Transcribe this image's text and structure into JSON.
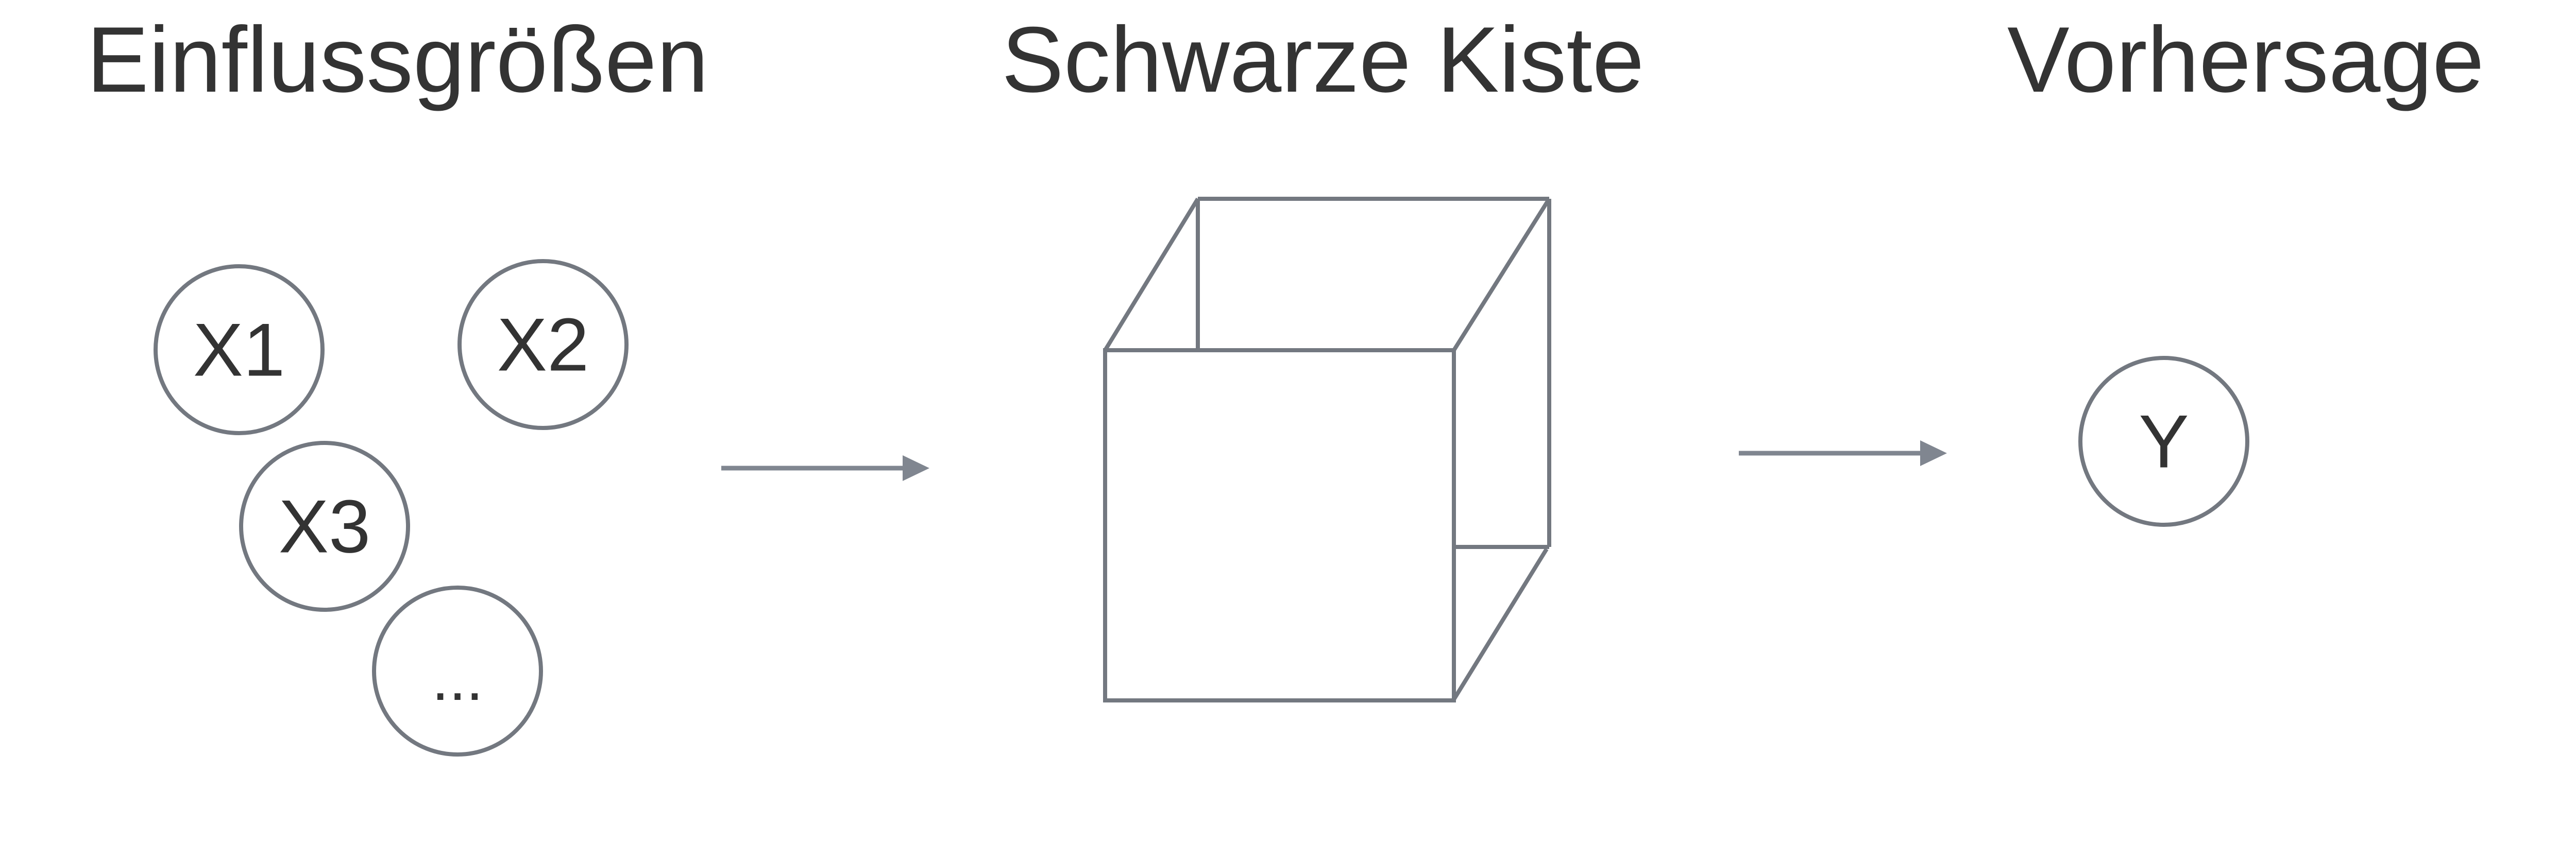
{
  "headings": {
    "inputs": "Einflussgrößen",
    "model": "Schwarze Kiste",
    "output": "Vorhersage"
  },
  "inputs": {
    "x1": "X1",
    "x2": "X2",
    "x3": "X3",
    "more": "..."
  },
  "output": {
    "y": "Y"
  },
  "colors": {
    "text": "#333333",
    "stroke": "#737880",
    "arrow": "#808690",
    "background": "#ffffff"
  }
}
